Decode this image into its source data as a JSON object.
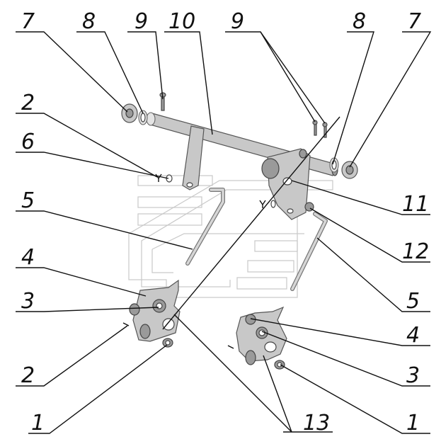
{
  "labels": {
    "l7a": "7",
    "l8a": "8",
    "l9a": "9",
    "l10": "10",
    "l9b": "9",
    "l8b": "8",
    "l7b": "7",
    "l2a": "2",
    "l6": "6",
    "l5a": "5",
    "l4a": "4",
    "l3a": "3",
    "l2b": "2",
    "l1a": "1",
    "l11": "11",
    "l12": "12",
    "l5b": "5",
    "l4b": "4",
    "l3b": "3",
    "l1b": "1",
    "l13": "13"
  }
}
